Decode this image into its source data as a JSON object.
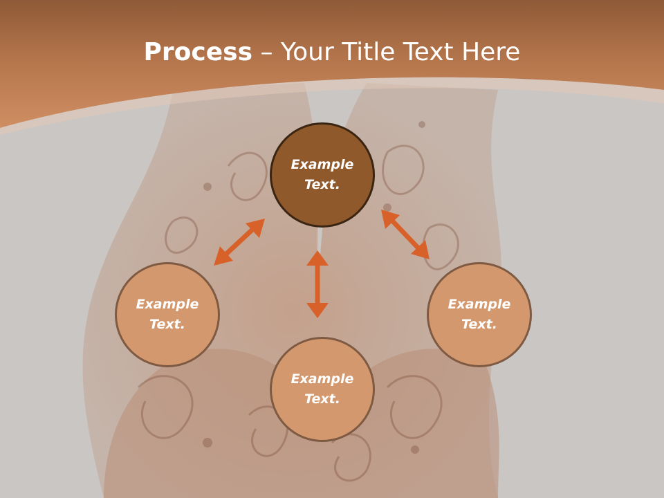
{
  "title": {
    "bold": "Process",
    "separator": " – ",
    "rest": "Your Title Text Here"
  },
  "nodes": [
    {
      "label": "Example\nText."
    },
    {
      "label": "Example\nText."
    },
    {
      "label": "Example\nText."
    },
    {
      "label": "Example\nText."
    }
  ],
  "colors": {
    "header_brown": "#c4845a",
    "primary_node": "#8f592b",
    "secondary_node": "#d4986e",
    "arrow": "#d8612a",
    "background": "#c9c6c3"
  },
  "icons": {
    "arrows": "double-headed-arrow"
  }
}
